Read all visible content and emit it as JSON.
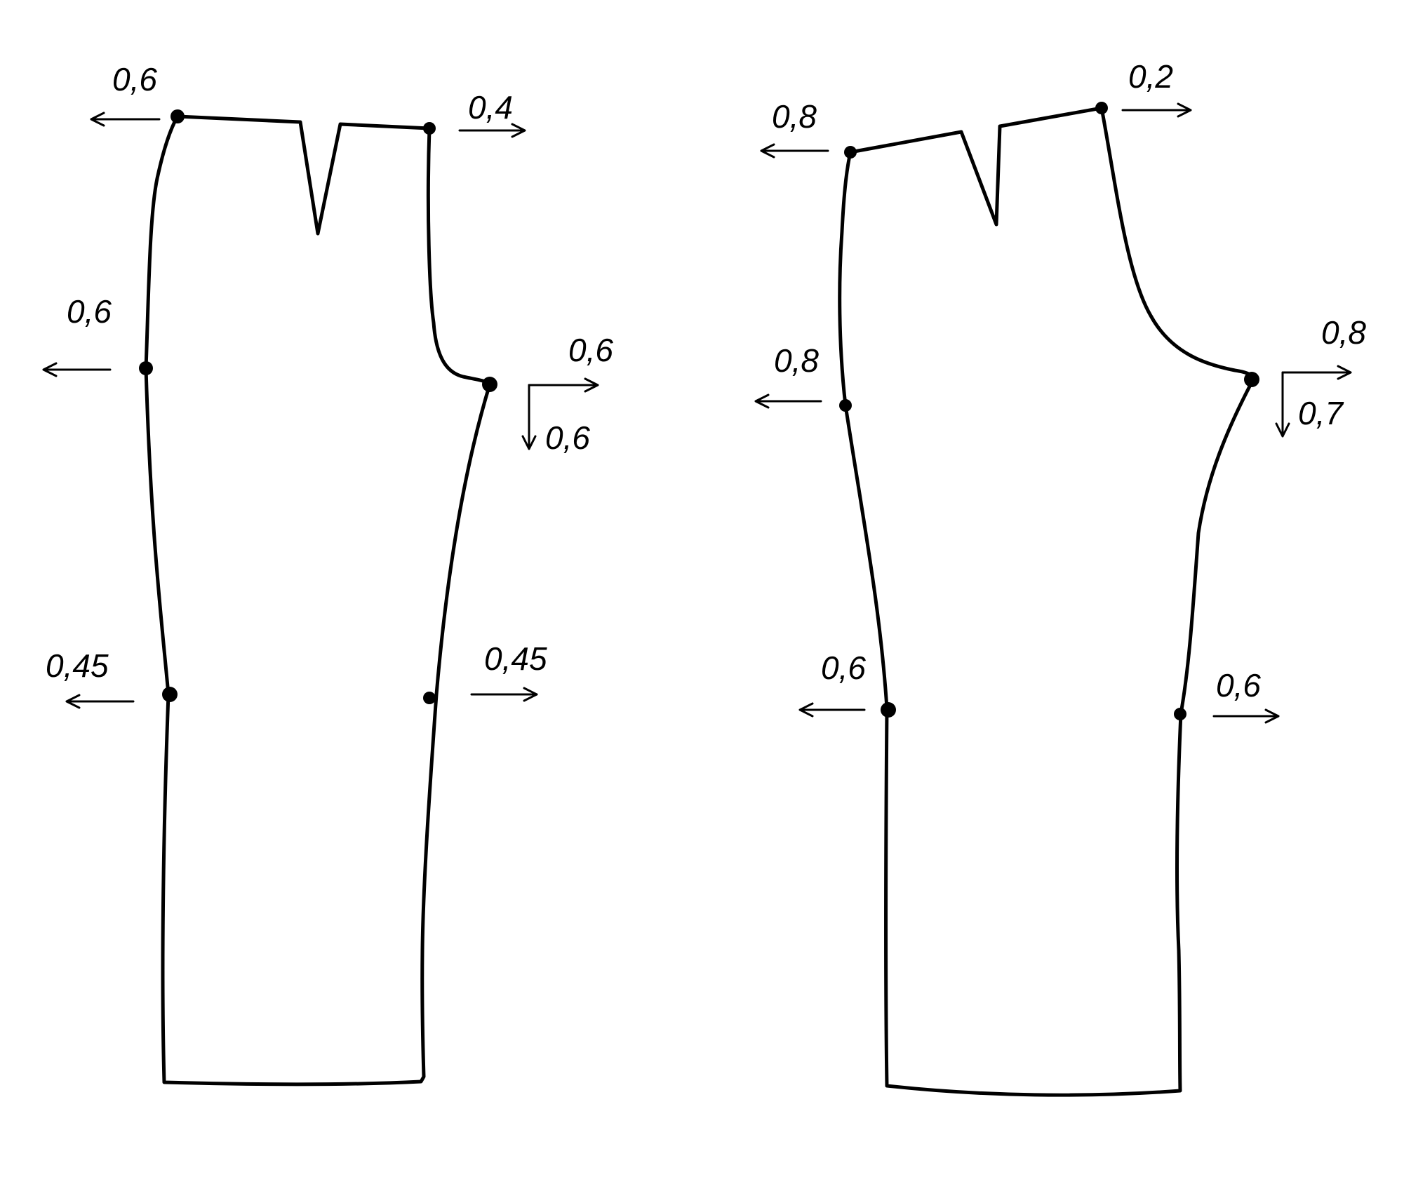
{
  "colors": {
    "line": "#000000",
    "background": "#ffffff"
  },
  "front_piece": {
    "labels": {
      "waist_side": "0,6",
      "waist_inner": "0,4",
      "hip": "0,6",
      "crotch_horizontal": "0,6",
      "crotch_vertical": "0,6",
      "knee_side": "0,45",
      "knee_inner": "0,45"
    }
  },
  "back_piece": {
    "labels": {
      "waist_inner": "0,2",
      "waist_side": "0,8",
      "hip": "0,8",
      "crotch_horizontal": "0,8",
      "crotch_vertical": "0,7",
      "knee_side": "0,6",
      "knee_inner": "0,6"
    }
  }
}
